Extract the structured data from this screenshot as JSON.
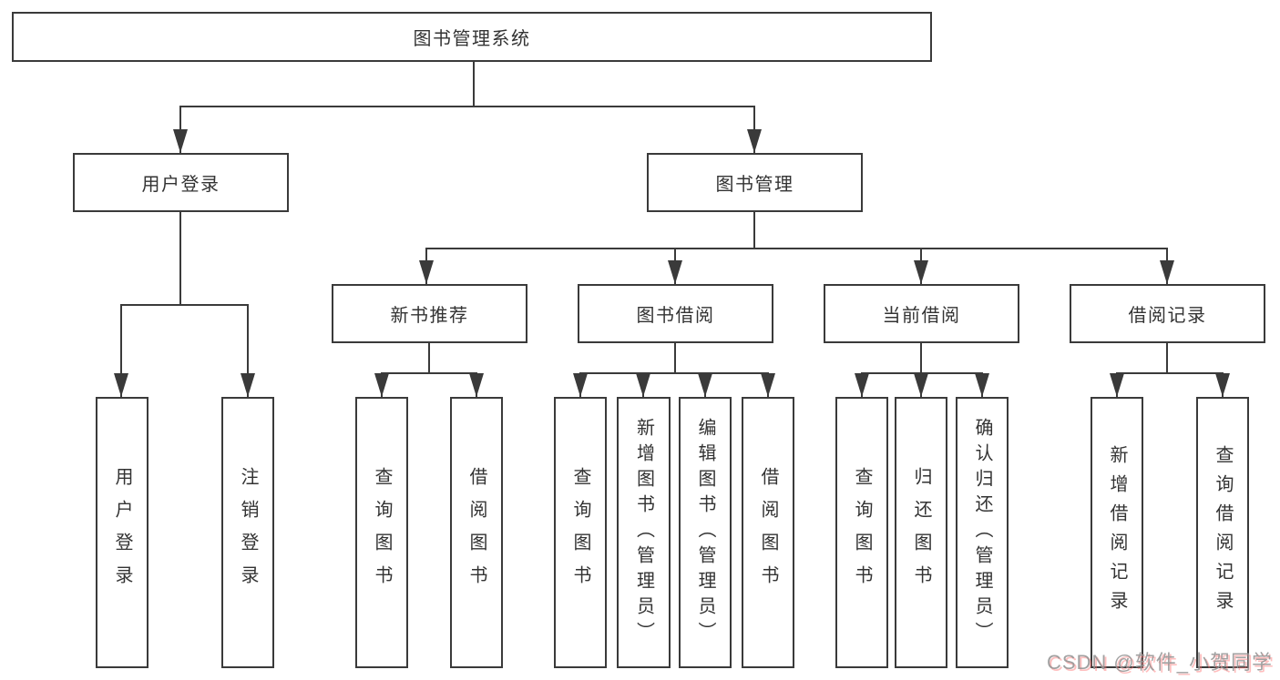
{
  "diagram": {
    "root_label": "图书管理系统",
    "level1": [
      "用户登录",
      "图书管理"
    ],
    "level2": [
      "新书推荐",
      "图书借阅",
      "当前借阅",
      "借阅记录"
    ],
    "leaves": [
      [
        "用户登录",
        "注销登录"
      ],
      [
        "查询图书",
        "借阅图书"
      ],
      [
        "查询图书",
        "新增图书（管理员）",
        "编辑图书（管理员）",
        "借阅图书"
      ],
      [
        "查询图书",
        "归还图书",
        "确认归还（管理员）"
      ],
      [
        "新增借阅记录",
        "查询借阅记录"
      ]
    ]
  },
  "watermark": {
    "text": "CSDN @软件_小贺同学"
  },
  "colors": {
    "line": "#3a3a3a",
    "text": "#333333",
    "background": "#ffffff",
    "watermark_gray": "#949494",
    "watermark_red": "#ff6e6e"
  }
}
